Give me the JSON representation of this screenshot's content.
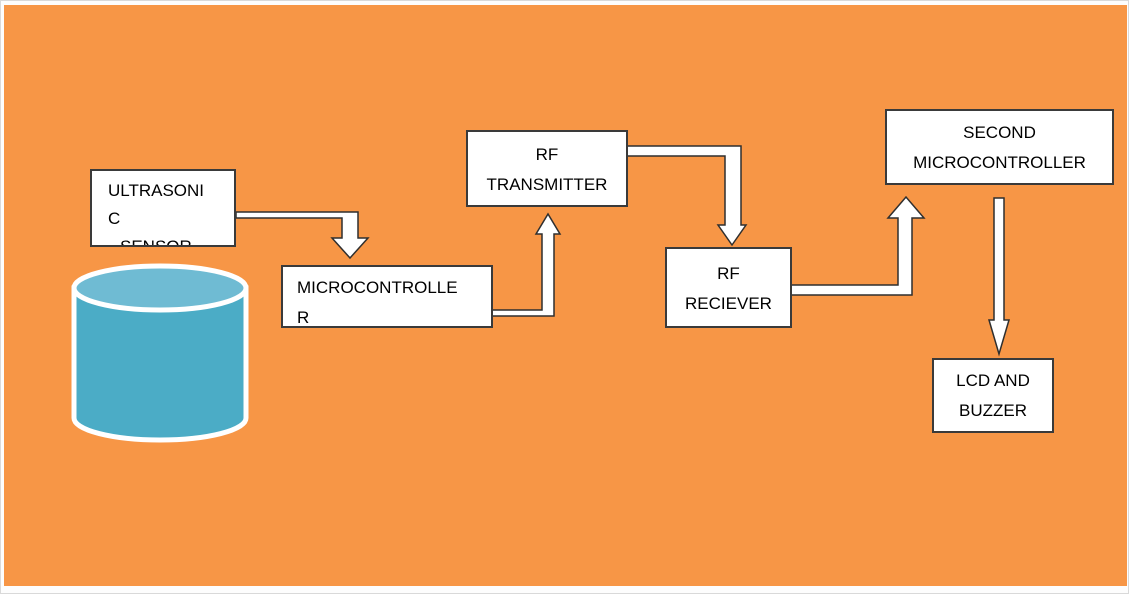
{
  "diagram": {
    "background_color": "#f79646",
    "tank_color": "#4bacc6",
    "tank_top_color": "#6fbbd3",
    "boxes": {
      "ultrasonic": {
        "lines": [
          "ULTRASONI",
          "C",
          "SENSOR"
        ]
      },
      "micro1": {
        "lines": [
          "MICROCONTROLLE",
          "R"
        ]
      },
      "rf_tx": {
        "lines": [
          "RF",
          "TRANSMITTER"
        ]
      },
      "rf_rx": {
        "lines": [
          "RF",
          "RECIEVER"
        ]
      },
      "micro2": {
        "lines": [
          "SECOND",
          "MICROCONTROLLER"
        ]
      },
      "lcd": {
        "lines": [
          "LCD AND",
          "BUZZER"
        ]
      }
    }
  }
}
